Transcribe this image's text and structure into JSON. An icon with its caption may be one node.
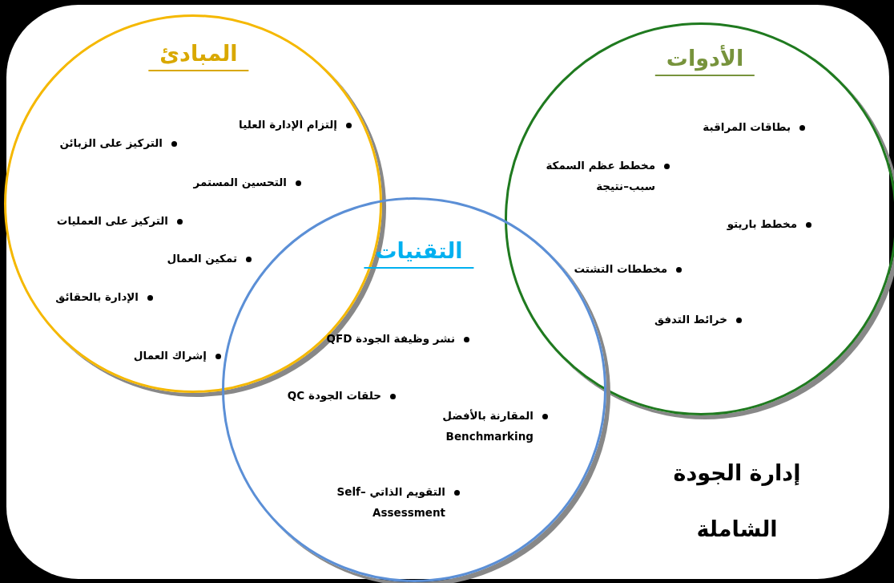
{
  "diagram": {
    "title": "إدارة الجودة الشاملة",
    "nodes": [
      {
        "text": [
          "المبادئ",
          "إلتزام الإدارة العليا",
          "التركيز على الزبائن",
          "التحسين المستمر",
          "التركيز على العمليات",
          "تمكين العمال",
          "الإدارة بالحقائق",
          "إشراك العمال"
        ]
      },
      {
        "text": [
          "الأدوات",
          "بطاقات المراقبة",
          "مخطط عظم السمكة سبب–نتيجة",
          "مخطط باريتو",
          "مخططات التشتت",
          "خرائط التدفق"
        ]
      },
      {
        "text": [
          "التقنيات",
          "نشر وظيفة الجودة QFD",
          "حلقات الجودة QC",
          "المقارنة بالأفضل Benchmarking",
          "التقويم الذاتي Self–Assessment"
        ]
      }
    ]
  }
}
